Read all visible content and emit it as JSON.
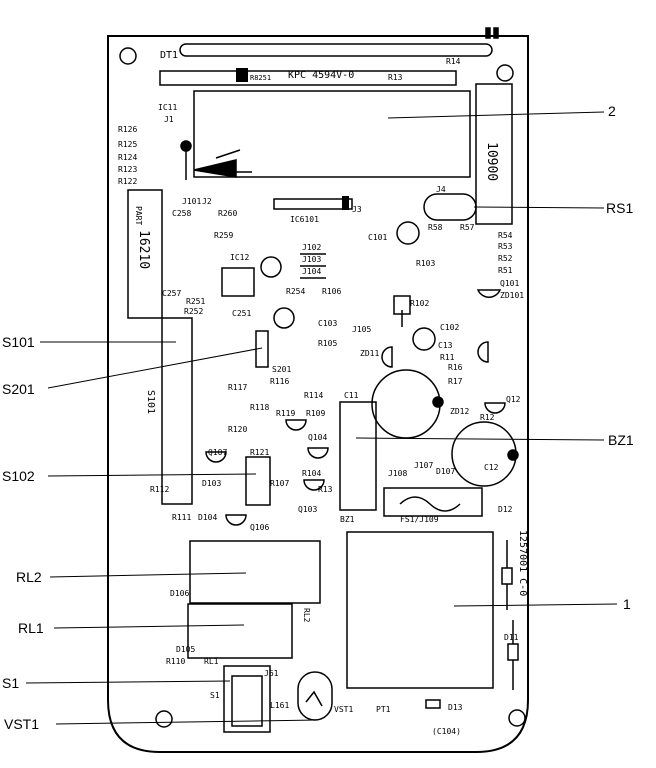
{
  "callouts": {
    "c2": "2",
    "rs1": "RS1",
    "s101": "S101",
    "s201": "S201",
    "bz1": "BZ1",
    "s102": "S102",
    "rl2": "RL2",
    "c1": "1",
    "rl1": "RL1",
    "s1": "S1",
    "vst1": "VST1"
  },
  "board": {
    "dt1": "DT1",
    "kpc": "KPC 4594V-0",
    "r251": "R8251",
    "r13": "R13",
    "r14": "R14",
    "ic11": "IC11",
    "j1": "J1",
    "r126": "R126",
    "r125": "R125",
    "r124": "R124",
    "r123": "R123",
    "r122": "R122",
    "part_label": "PART",
    "part_no": "16210",
    "code_10900": "10900",
    "j101": "J101",
    "j2": "J2",
    "c258": "C258",
    "r260": "R260",
    "r259": "R259",
    "ic12": "IC12",
    "ic6101": "IC6101",
    "j4": "J4",
    "r58": "R58",
    "r57": "R57",
    "c101": "C101",
    "r54": "R54",
    "r53": "R53",
    "r52": "R52",
    "r51": "R51",
    "q101": "Q101",
    "zd101": "ZD101",
    "j102": "J102",
    "j103": "J103",
    "j104": "J104",
    "r254": "R254",
    "r251b": "R251",
    "r252": "R252",
    "c251": "C251",
    "c257": "C257",
    "r106": "R106",
    "c103": "C103",
    "r102": "R102",
    "j105": "J105",
    "c102": "C102",
    "c13": "C13",
    "r11": "R11",
    "s201_board": "S201",
    "r116": "R116",
    "r118": "R118",
    "r117": "R117",
    "r114": "R114",
    "r109": "R109",
    "q104": "Q104",
    "c11": "C11",
    "r16": "R16",
    "r17": "R17",
    "q12": "Q12",
    "r12": "R12",
    "c12": "C12",
    "zd12": "ZD12",
    "q107": "Q107",
    "r121": "R121",
    "d103": "D103",
    "r107": "R107",
    "r104": "R104",
    "r13b": "R13",
    "q103": "Q103",
    "bz1_board": "BZ1",
    "d107": "D107",
    "j108": "J108",
    "j107": "J107",
    "fs1": "FS1/J109",
    "s101_board": "S101",
    "r112": "R112",
    "r111": "R111",
    "d104": "D104",
    "q106": "Q106",
    "d12": "D12",
    "code_vertical": "1257001 C-0",
    "rl2_board": "RL2",
    "d106": "D106",
    "r110": "R110",
    "d105": "D105",
    "rl1_board": "RL1",
    "d11": "D11",
    "s1_board": "S1",
    "j61": "J61",
    "l161": "L161",
    "vst1_board": "VST1",
    "pt1": "PT1",
    "d13": "D13",
    "c104": "(C104)",
    "zd11": "ZD11",
    "r105": "R105",
    "r103": "R103",
    "r120": "R120",
    "r119": "R119",
    "j3": "J3"
  }
}
